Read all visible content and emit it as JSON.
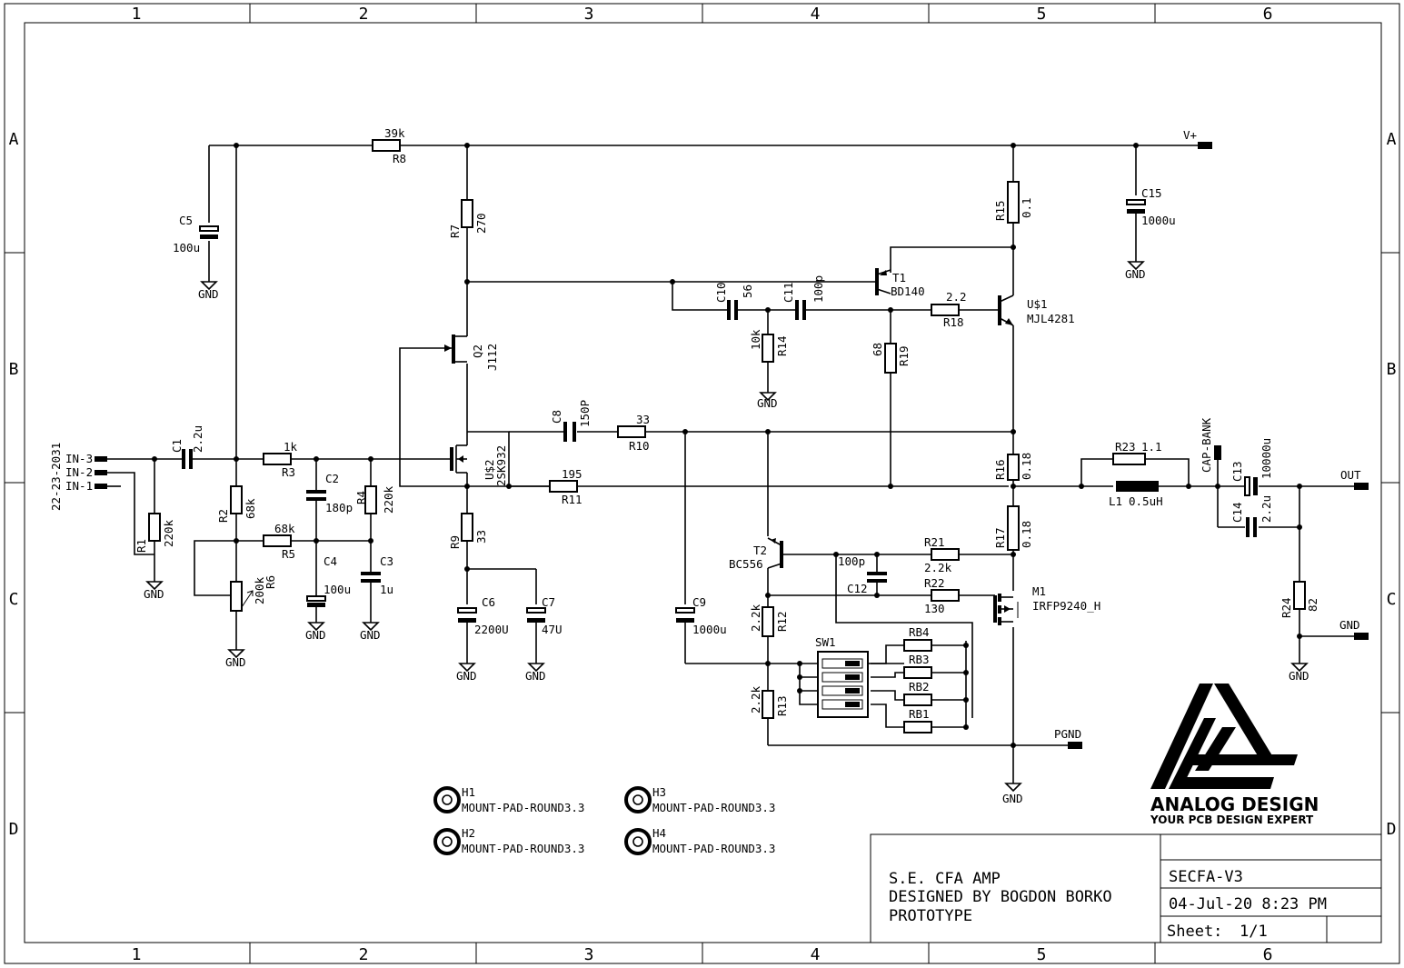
{
  "frame": {
    "columns": [
      "1",
      "2",
      "3",
      "4",
      "5",
      "6"
    ],
    "rows": [
      "A",
      "B",
      "C",
      "D"
    ]
  },
  "title_block": {
    "line1": "S.E. CFA AMP",
    "line2": "DESIGNED BY BOGDON BORKO",
    "line3": "PROTOTYPE",
    "drawing_number": "SECFA-V3",
    "date": "04-Jul-20 8:23 PM",
    "sheet_label": "Sheet:",
    "sheet_value": "1/1"
  },
  "logo": {
    "name": "ANALOG DESIGN",
    "tagline": "YOUR PCB DESIGN EXPERT",
    "icon": "analog-design-triangle-logo"
  },
  "connectors": {
    "input_header": "22-23-2031",
    "in3": "IN-3",
    "in2": "IN-2",
    "in1": "IN-1",
    "vplus": "V+",
    "out": "OUT",
    "gnd_out": "GND",
    "pgnd": "PGND",
    "cap_bank": "CAP-BANK"
  },
  "gnd": "GND",
  "components": {
    "C1": "C1",
    "C1v": "2.2u",
    "R1": "R1",
    "R1v": "220k",
    "R2": "R2",
    "R2v": "68k",
    "R3": "R3",
    "R3v": "1k",
    "C2": "C2",
    "C2v": "180p",
    "R4": "R4",
    "R4v": "220k",
    "R5": "R5",
    "R5v": "68k",
    "R6": "R6",
    "R6v": "200k",
    "C3": "C3",
    "C3v": "1u",
    "C4": "C4",
    "C4v": "100u",
    "C5": "C5",
    "C5v": "100u",
    "R8": "R8",
    "R8v": "39k",
    "R7": "R7",
    "R7v": "270",
    "Q2": "Q2",
    "Q2v": "J112",
    "U2": "U$2",
    "U2v": "2SK932",
    "R9": "R9",
    "R9v": "33",
    "C6": "C6",
    "C6v": "2200U",
    "C7": "C7",
    "C7v": "47U",
    "C8": "C8",
    "C8v": "150P",
    "R10": "R10",
    "R10v": "33",
    "R11": "R11",
    "R11v": "195",
    "C9": "C9",
    "C9v": "1000u",
    "C10": "C10",
    "C10v": "56",
    "C11": "C11",
    "C11v": "100p",
    "R14": "R14",
    "R14v": "10k",
    "T1": "T1",
    "T1v": "BD140",
    "R18": "R18",
    "R18v": "2.2",
    "R19": "R19",
    "R19v": "68",
    "U1": "U$1",
    "U1v": "MJL4281",
    "R15": "R15",
    "R15v": "0.1",
    "C15": "C15",
    "C15v": "1000u",
    "R16": "R16",
    "R16v": "0.18",
    "R17": "R17",
    "R17v": "0.18",
    "T2": "T2",
    "T2v": "BC556",
    "C12": "C12",
    "C12v": "100p",
    "R21": "R21",
    "R21v": "2.2k",
    "R22": "R22",
    "R22v": "130",
    "M1": "M1",
    "M1v": "IRFP9240_H",
    "R12": "R12",
    "R12v": "2.2k",
    "R13": "R13",
    "R13v": "2.2k",
    "SW1": "SW1",
    "RB1": "RB1",
    "RB2": "RB2",
    "RB3": "RB3",
    "RB4": "RB4",
    "R23": "R23",
    "R23v": "1.1",
    "L1": "L1",
    "L1v": "0.5uH",
    "C13": "C13",
    "C13v": "10000u",
    "C14": "C14",
    "C14v": "2.2u",
    "R24": "R24",
    "R24v": "82"
  },
  "mount_pads": [
    {
      "ref": "H1",
      "value": "MOUNT-PAD-ROUND3.3"
    },
    {
      "ref": "H2",
      "value": "MOUNT-PAD-ROUND3.3"
    },
    {
      "ref": "H3",
      "value": "MOUNT-PAD-ROUND3.3"
    },
    {
      "ref": "H4",
      "value": "MOUNT-PAD-ROUND3.3"
    }
  ]
}
